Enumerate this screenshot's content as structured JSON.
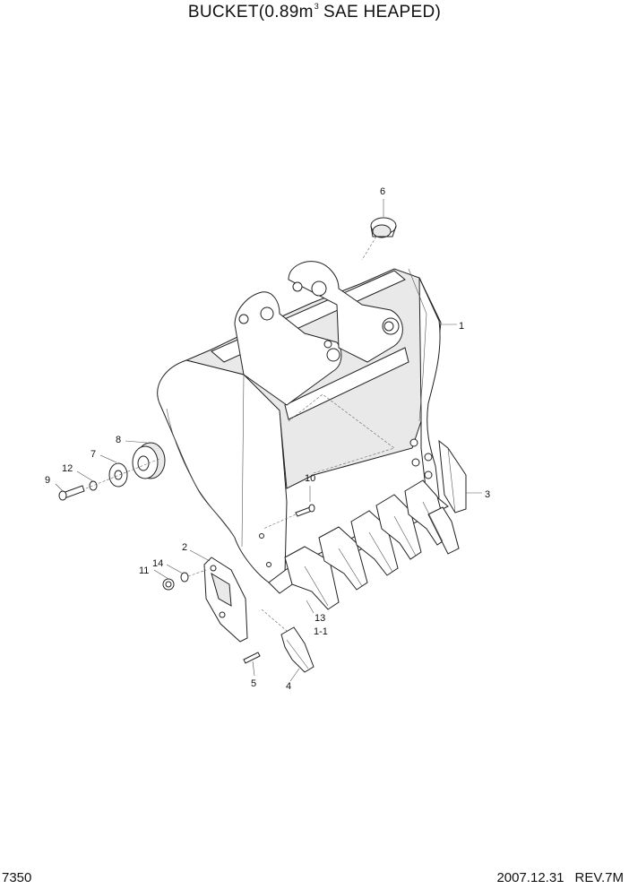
{
  "header": {
    "title_main": "BUCKET(0.89m",
    "title_sup": "3",
    "title_rest": "SAE HEAPED)"
  },
  "footer": {
    "page_number": "7350",
    "date": "2007.12.31",
    "revision": "REV.7M"
  },
  "callouts": {
    "c1": "1",
    "c1_1": "1-1",
    "c2": "2",
    "c3": "3",
    "c4": "4",
    "c5": "5",
    "c6": "6",
    "c7": "7",
    "c8": "8",
    "c9": "9",
    "c10": "10",
    "c11": "11",
    "c12": "12",
    "c13": "13",
    "c14": "14"
  }
}
